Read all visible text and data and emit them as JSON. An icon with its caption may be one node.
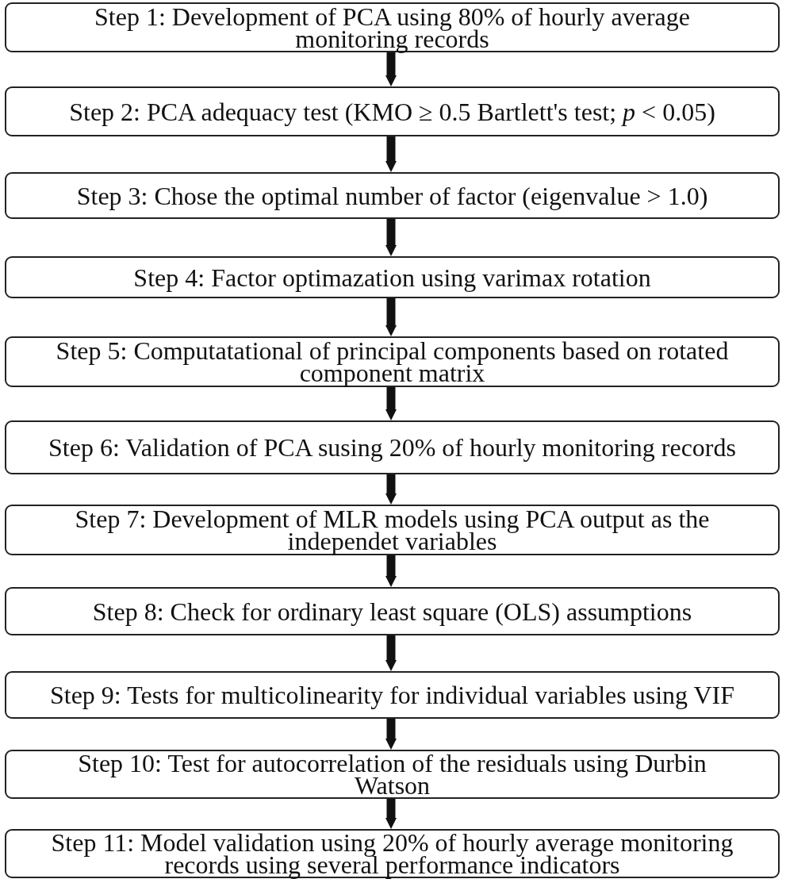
{
  "diagram": {
    "nodes": [
      {
        "text": [
          "Step 1: Development of PCA using 80% of hourly average monitoring records"
        ]
      },
      {
        "text": [
          "Step 2: PCA adequacy test (KMO ≥ 0.5 Bartlett's test; *p* < 0.05)"
        ]
      },
      {
        "text": [
          "Step 3: Chose the optimal number of factor (eigenvalue > 1.0)"
        ]
      },
      {
        "text": [
          "Step 4: Factor optimazation using varimax rotation"
        ]
      },
      {
        "text": [
          "Step 5: Computatational of principal components based on rotated component matrix"
        ]
      },
      {
        "text": [
          "Step 6: Validation of PCA susing 20% of hourly monitoring records"
        ]
      },
      {
        "text": [
          "Step 7: Development of MLR models using PCA output as the independet variables"
        ]
      },
      {
        "text": [
          "Step 8: Check for ordinary least square (OLS) assumptions"
        ]
      },
      {
        "text": [
          "Step 9: Tests for multicolinearity for individual variables using VIF"
        ]
      },
      {
        "text": [
          "Step 10: Test for autocorrelation of the residuals using Durbin Watson"
        ]
      },
      {
        "text": [
          "Step 11: Model validation using 20% of hourly average monitoring records using several performance indicators"
        ]
      }
    ],
    "edges": [
      {
        "from": 0,
        "to": 1,
        "arrow": "to"
      },
      {
        "from": 1,
        "to": 2,
        "arrow": "to"
      },
      {
        "from": 2,
        "to": 3,
        "arrow": "to"
      },
      {
        "from": 3,
        "to": 4,
        "arrow": "to"
      },
      {
        "from": 4,
        "to": 5,
        "arrow": "to"
      },
      {
        "from": 5,
        "to": 6,
        "arrow": "to"
      },
      {
        "from": 6,
        "to": 7,
        "arrow": "to"
      },
      {
        "from": 7,
        "to": 8,
        "arrow": "to"
      },
      {
        "from": 8,
        "to": 9,
        "arrow": "to"
      },
      {
        "from": 9,
        "to": 10,
        "arrow": "to"
      }
    ]
  }
}
